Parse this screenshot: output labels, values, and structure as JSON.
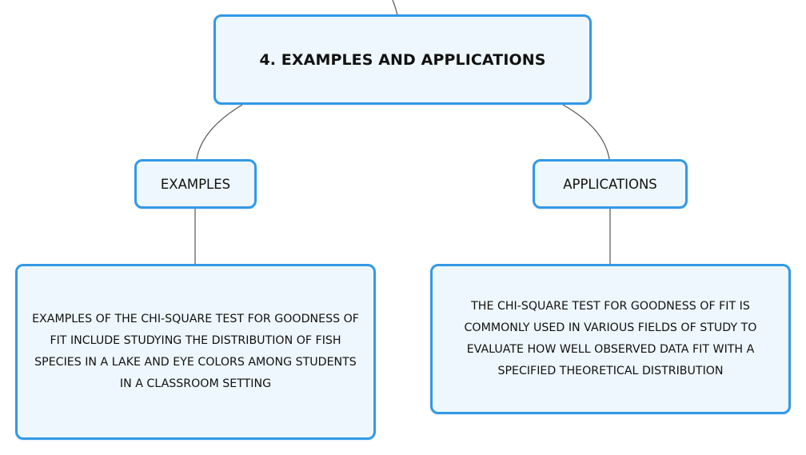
{
  "mind_map": {
    "root": {
      "title": "4. EXAMPLES AND APPLICATIONS"
    },
    "examples": {
      "label": "EXAMPLES",
      "detail": "EXAMPLES OF THE CHI-SQUARE TEST FOR GOODNESS OF FIT INCLUDE STUDYING THE DISTRIBUTION OF FISH SPECIES IN A LAKE AND EYE COLORS AMONG STUDENTS IN A CLASSROOM SETTING"
    },
    "applications": {
      "label": "APPLICATIONS",
      "detail": "THE CHI-SQUARE TEST FOR GOODNESS OF FIT IS COMMONLY USED IN VARIOUS FIELDS OF STUDY TO EVALUATE HOW WELL OBSERVED DATA FIT WITH A SPECIFIED THEORETICAL DISTRIBUTION"
    }
  },
  "colors": {
    "node_border": "#3399e6",
    "node_fill": "#eef7fd",
    "connector": "#555555",
    "text": "#111111"
  }
}
